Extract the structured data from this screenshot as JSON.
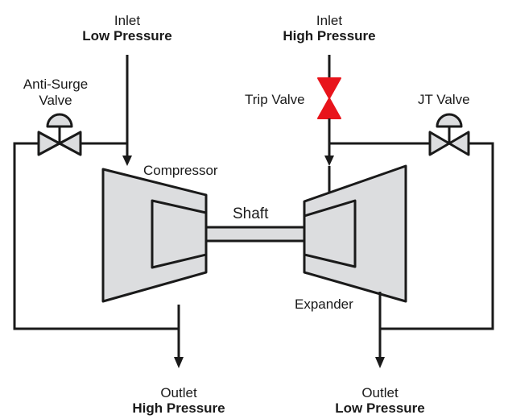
{
  "inlet_low": {
    "label": "Inlet",
    "pressure": "Low Pressure"
  },
  "inlet_high": {
    "label": "Inlet",
    "pressure": "High Pressure"
  },
  "anti_surge_valve": {
    "line1": "Anti-Surge",
    "line2": "Valve"
  },
  "trip_valve": {
    "label": "Trip Valve",
    "color": "#e8141b"
  },
  "jt_valve": {
    "label": "JT Valve"
  },
  "compressor": {
    "label": "Compressor"
  },
  "shaft": {
    "label": "Shaft"
  },
  "expander": {
    "label": "Expander"
  },
  "outlet_high": {
    "label": "Outlet",
    "pressure": "High Pressure"
  },
  "outlet_low": {
    "label": "Outlet",
    "pressure": "Low Pressure"
  },
  "colors": {
    "line": "#1a1a1a",
    "body_fill": "#dcdddf",
    "trip": "#e8141b"
  }
}
